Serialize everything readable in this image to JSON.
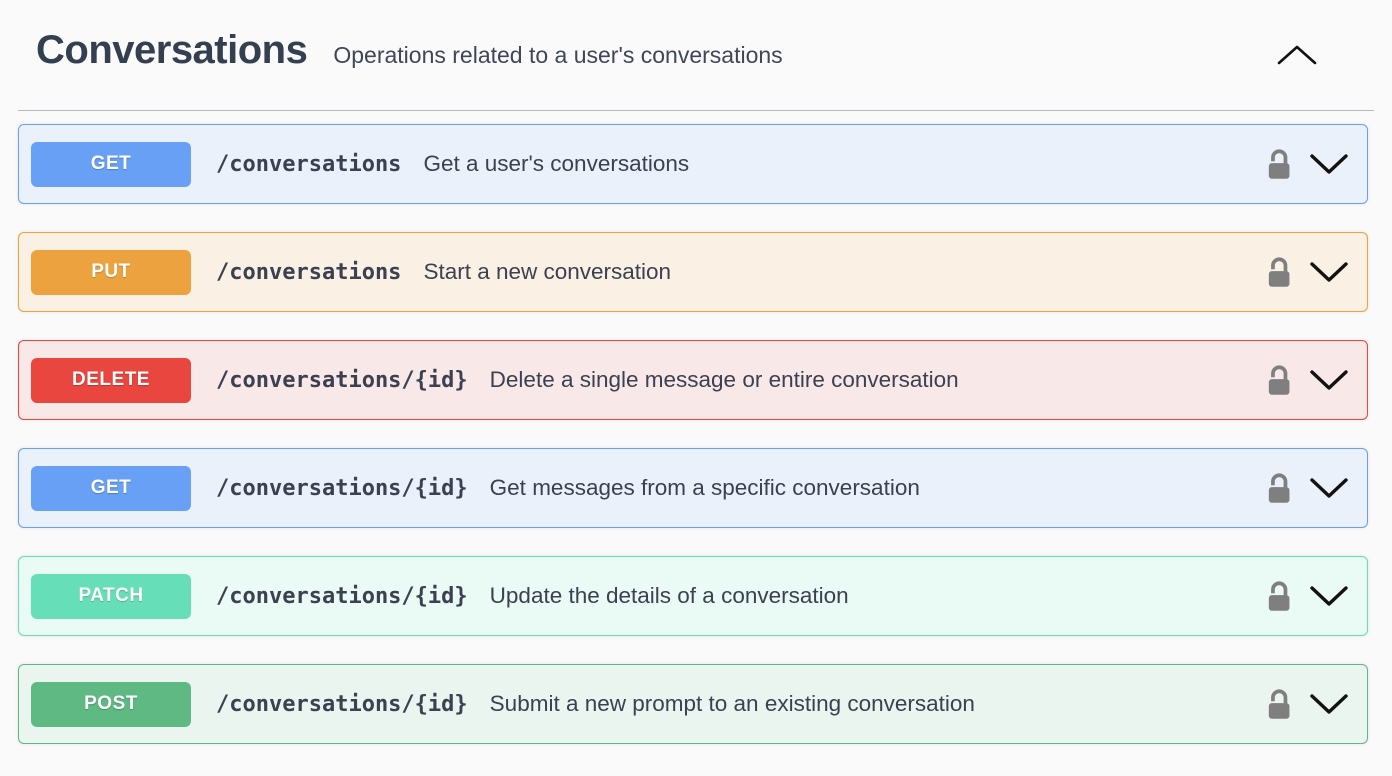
{
  "header": {
    "title": "Conversations",
    "subtitle": "Operations related to a user's conversations",
    "collapse_icon": "chevron-up"
  },
  "icons": {
    "auth": "unlocked-padlock",
    "expand": "chevron-down",
    "lock_color": "#7f7f7f",
    "chevron_color": "#121212"
  },
  "colors": {
    "page_background": "#fafafa",
    "text": "#3b4151",
    "divider": "rgba(59,65,81,0.35)"
  },
  "operations": [
    {
      "method": "GET",
      "path": "/conversations",
      "description": "Get a user's conversations",
      "accent": "#67a0f4",
      "background": "#ebf1fa"
    },
    {
      "method": "PUT",
      "path": "/conversations",
      "description": "Start a new conversation",
      "accent": "#eca33f",
      "background": "#faf1e4"
    },
    {
      "method": "DELETE",
      "path": "/conversations/{id}",
      "description": "Delete a single message or entire conversation",
      "accent": "#e8463e",
      "background": "#f9e8e8"
    },
    {
      "method": "GET",
      "path": "/conversations/{id}",
      "description": "Get messages from a specific conversation",
      "accent": "#67a0f4",
      "background": "#ebf1fa"
    },
    {
      "method": "PATCH",
      "path": "/conversations/{id}",
      "description": "Update the details of a conversation",
      "accent": "#66dfb8",
      "background": "#eafaf4"
    },
    {
      "method": "POST",
      "path": "/conversations/{id}",
      "description": "Submit a new prompt to an existing conversation",
      "accent": "#5eb983",
      "background": "#e9f5ee"
    }
  ]
}
